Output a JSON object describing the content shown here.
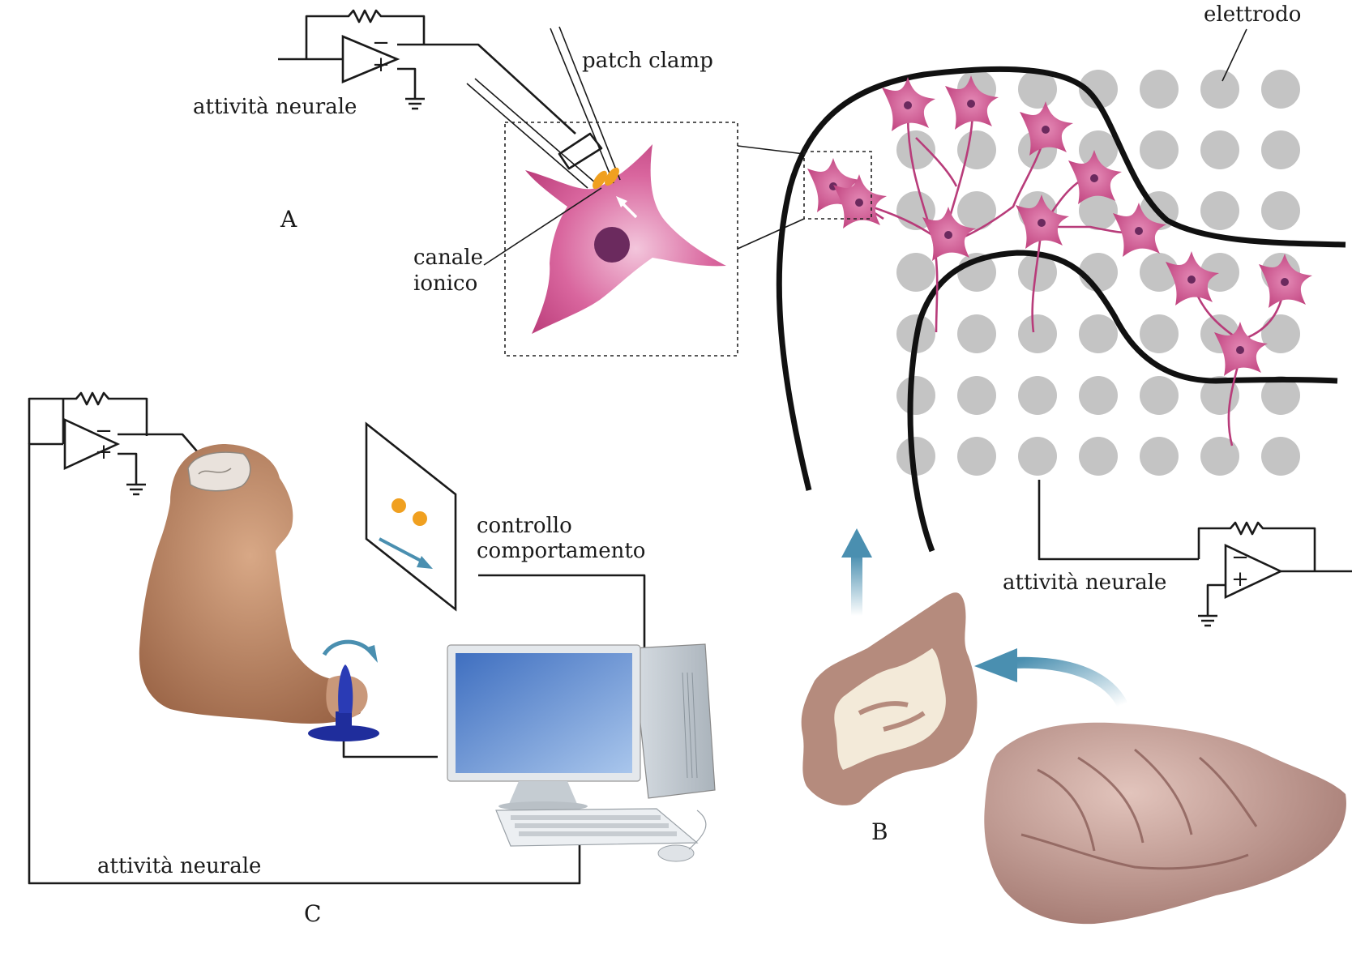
{
  "labels": {
    "neural_activity": "attività neurale",
    "patch_clamp": "patch clamp",
    "electrode": "elettrodo",
    "ion_channel_line1": "canale",
    "ion_channel_line2": "ionico",
    "behavior_line1": "controllo",
    "behavior_line2": "comportamento"
  },
  "panels": {
    "a": "A",
    "b": "B",
    "c": "C"
  },
  "amp_signs": {
    "minus": "−",
    "plus": "+"
  },
  "colors": {
    "neuron": "#c2427f",
    "neuron_nucleus": "#6b2a5e",
    "electrode_dot": "#c4c4c4",
    "ion_channel": "#f0a020",
    "arrow_blue": "#4a8fb0",
    "joystick": "#1f2d9c",
    "screen": "#6f9ad8",
    "monkey_fur": "#b78060",
    "brain_tissue": "#b48a7c",
    "white_matter": "#f2e8d8",
    "cortex_surface": "#b58a80"
  }
}
